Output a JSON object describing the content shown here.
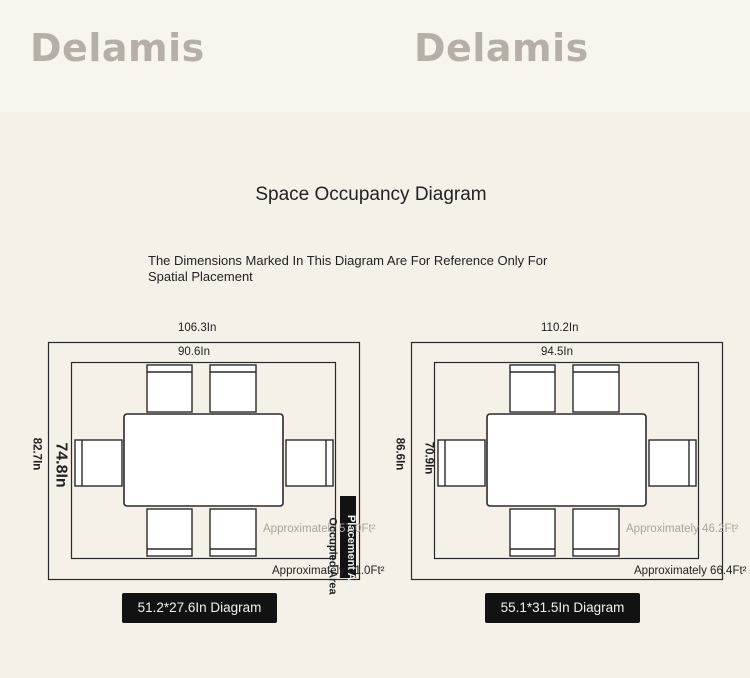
{
  "brand": {
    "watermark_left": "Delamis",
    "watermark_right": "Delamis"
  },
  "header": {
    "title": "Space Occupancy Diagram",
    "note": "The Dimensions Marked In This Diagram Are For Reference Only For Spatial Placement"
  },
  "legend": {
    "occupied": "Occupied Area",
    "placement": "Placement Area"
  },
  "diagrams": [
    {
      "outer_width": "106.3In",
      "inner_width": "90.6In",
      "outer_depth": "82.7In",
      "inner_depth": "74.8In",
      "inner_area": "Approximately 57.0Ft²",
      "outer_area": "Approximately 61.0Ft²",
      "table_size": "51.2*27.6In Diagram"
    },
    {
      "outer_width": "110.2In",
      "inner_width": "94.5In",
      "outer_depth": "86.6In",
      "inner_depth": "70.9In",
      "inner_area": "Approximately 46.2Ft²",
      "outer_area": "Approximately 66.4Ft²",
      "table_size": "55.1*31.5In Diagram"
    }
  ],
  "colors": {
    "background": "#f5f0e8",
    "lines": "#2a2a2a",
    "badge": "#121212"
  }
}
